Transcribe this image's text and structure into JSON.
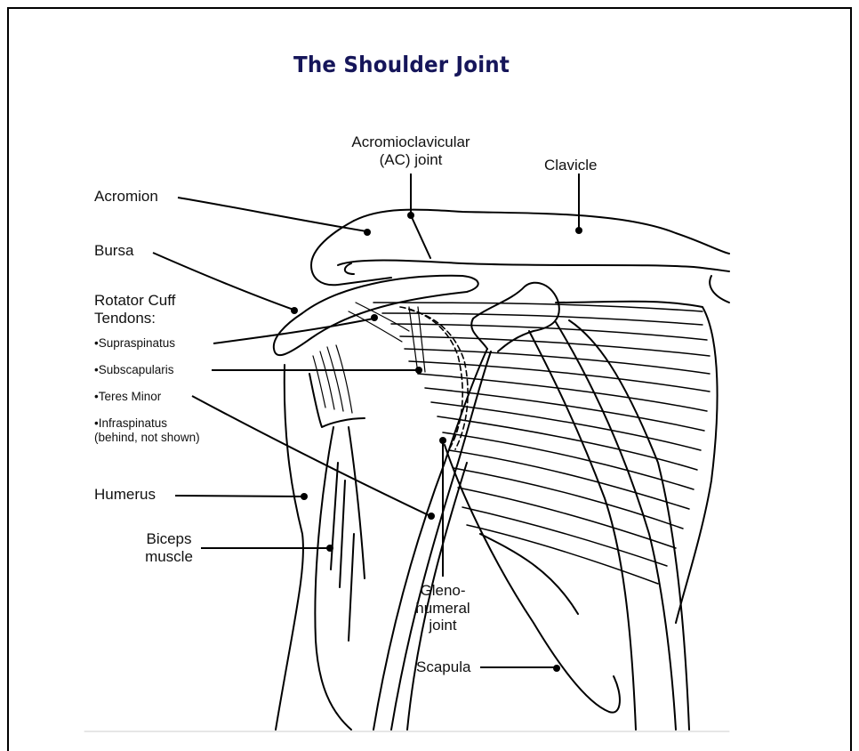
{
  "title": "The Shoulder Joint",
  "labels": {
    "acromioclavicular_line1": "Acromioclavicular",
    "acromioclavicular_line2": "(AC) joint",
    "clavicle": "Clavicle",
    "acromion": "Acromion",
    "bursa": "Bursa",
    "rotator_cuff_line1": "Rotator Cuff",
    "rotator_cuff_line2": "Tendons:",
    "supraspinatus": "•Supraspinatus",
    "subscapularis": "•Subscapularis",
    "teres_minor": "•Teres Minor",
    "infraspinatus": "•Infraspinatus",
    "infraspinatus_note": "(behind, not shown)",
    "humerus": "Humerus",
    "biceps_line1": "Biceps",
    "biceps_line2": "muscle",
    "gleno_line1": "Gleno-",
    "gleno_line2": "humeral",
    "gleno_line3": "joint",
    "scapula": "Scapula"
  },
  "colors": {
    "title": "#16165a",
    "line_art": "#000000"
  }
}
